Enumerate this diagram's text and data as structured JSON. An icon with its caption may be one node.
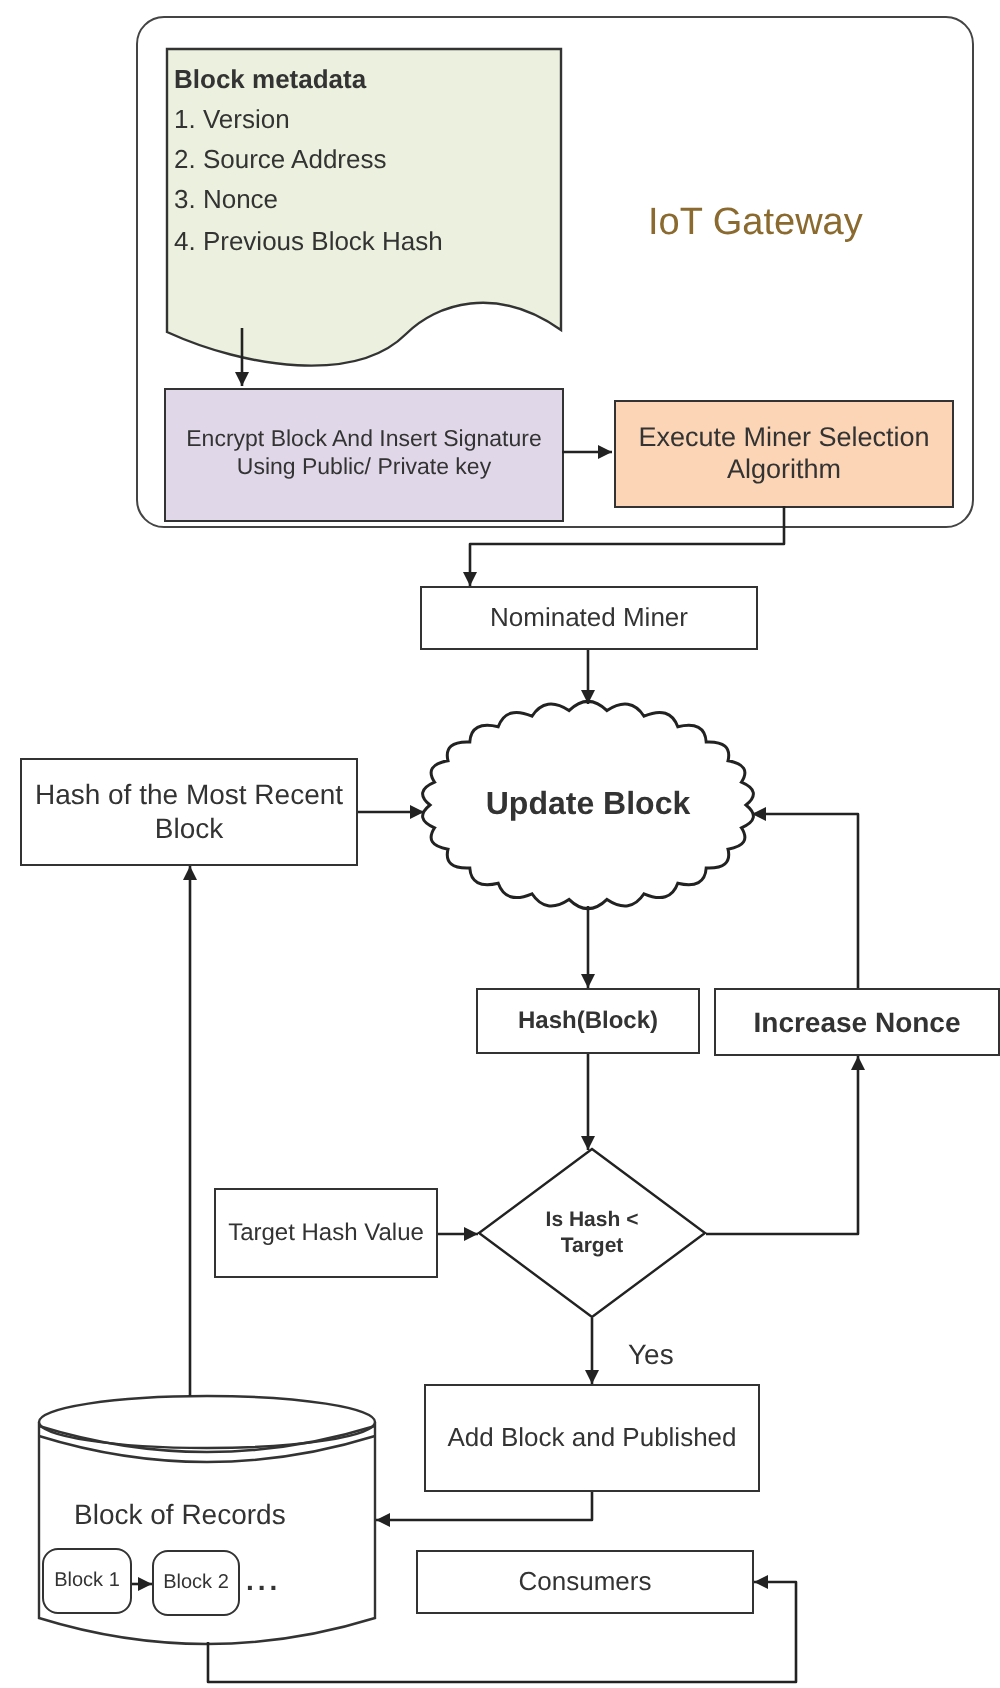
{
  "diagram": {
    "nodes": [
      {
        "text": [
          "IoT Gateway"
        ]
      },
      {
        "text": [
          "Block metadata",
          "1. Version",
          "2. Source Address",
          "3. Nonce",
          "4. Previous Block Hash"
        ],
        "in": 0
      },
      {
        "text": [
          "Encrypt Block And Insert Signature Using Public/ Private key"
        ],
        "in": 0
      },
      {
        "text": [
          "Execute Miner Selection Algorithm"
        ],
        "in": 0
      },
      {
        "text": [
          "Nominated Miner"
        ]
      },
      {
        "text": [
          "Hash of the Most Recent Block"
        ]
      },
      {
        "text": [
          "Update Block"
        ]
      },
      {
        "text": [
          "Hash(Block)"
        ]
      },
      {
        "text": [
          "Increase Nonce"
        ]
      },
      {
        "text": [
          "Target Hash Value"
        ]
      },
      {
        "text": [
          "Is Hash < Target"
        ]
      },
      {
        "text": [
          "Add Block and Published"
        ]
      },
      {
        "text": [
          "Block of Records"
        ]
      },
      {
        "text": [
          "Block 1"
        ],
        "in": 12
      },
      {
        "text": [
          "Block 2"
        ],
        "in": 12
      },
      {
        "text": [
          "Consumers"
        ]
      }
    ],
    "edges": [
      {
        "from": 1,
        "to": 2,
        "arrow": "to"
      },
      {
        "from": 2,
        "to": 3,
        "arrow": "to"
      },
      {
        "from": 3,
        "to": 4,
        "arrow": "to"
      },
      {
        "from": 4,
        "to": 6,
        "arrow": "to"
      },
      {
        "from": 5,
        "to": 6,
        "arrow": "to"
      },
      {
        "from": 8,
        "to": 6,
        "arrow": "to"
      },
      {
        "from": 6,
        "to": 7,
        "arrow": "to"
      },
      {
        "from": 7,
        "to": 10,
        "arrow": "to"
      },
      {
        "from": 10,
        "to": 8,
        "arrow": "to"
      },
      {
        "from": 9,
        "to": 10,
        "arrow": "to"
      },
      {
        "from": 10,
        "to": 11,
        "arrow": "to",
        "label": "Yes"
      },
      {
        "from": 11,
        "to": 12,
        "arrow": "to"
      },
      {
        "from": 12,
        "to": 5,
        "arrow": "to"
      },
      {
        "from": 13,
        "to": 14,
        "arrow": "to"
      },
      {
        "from": 12,
        "to": 15,
        "arrow": "to"
      }
    ],
    "labels": [
      "..."
    ]
  }
}
